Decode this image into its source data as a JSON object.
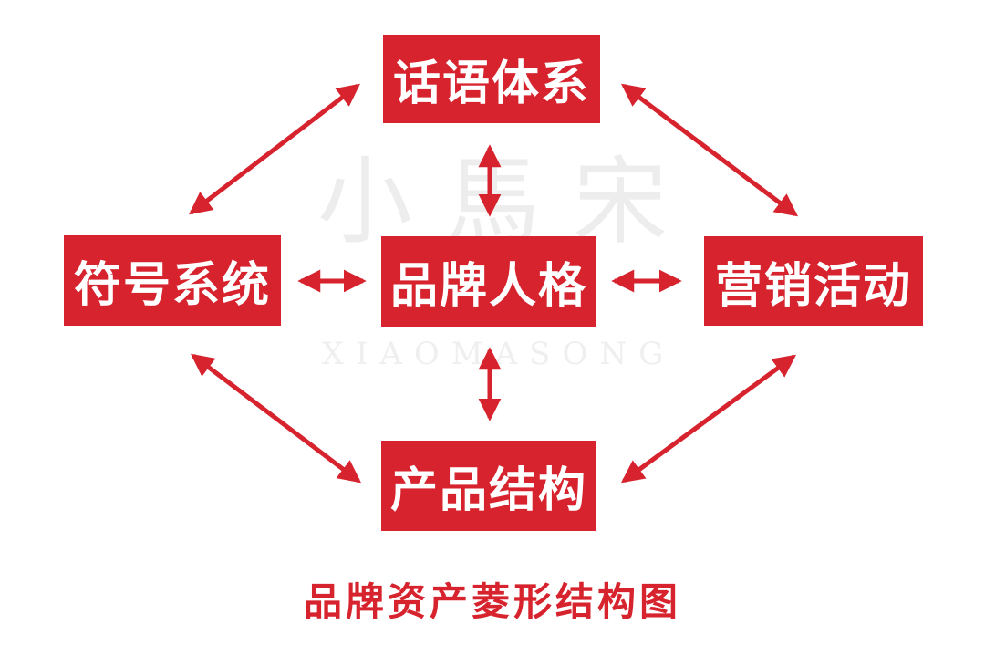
{
  "diagram": {
    "caption": "品牌资产菱形结构图",
    "watermark": {
      "cn": "小馬宋",
      "en": "XIAOMASONG"
    },
    "colors": {
      "node_red": "#d7232e",
      "arrow_red": "#d7232e",
      "caption_red": "#d7232e",
      "node_text": "#ffffff",
      "watermark_gray": "#ededed",
      "background": "#ffffff"
    },
    "nodes": [
      {
        "id": "discourse-system",
        "label": "话语体系",
        "position": "top"
      },
      {
        "id": "symbol-system",
        "label": "符号系统",
        "position": "left"
      },
      {
        "id": "brand-personality",
        "label": "品牌人格",
        "position": "center"
      },
      {
        "id": "marketing-activities",
        "label": "营销活动",
        "position": "right"
      },
      {
        "id": "product-structure",
        "label": "产品结构",
        "position": "bottom"
      }
    ],
    "edges": [
      {
        "from": "话语体系",
        "to": "符号系统",
        "bidirectional": true
      },
      {
        "from": "话语体系",
        "to": "品牌人格",
        "bidirectional": true
      },
      {
        "from": "话语体系",
        "to": "营销活动",
        "bidirectional": true
      },
      {
        "from": "符号系统",
        "to": "品牌人格",
        "bidirectional": true
      },
      {
        "from": "品牌人格",
        "to": "营销活动",
        "bidirectional": true
      },
      {
        "from": "符号系统",
        "to": "产品结构",
        "bidirectional": true
      },
      {
        "from": "品牌人格",
        "to": "产品结构",
        "bidirectional": true
      },
      {
        "from": "营销活动",
        "to": "产品结构",
        "bidirectional": true
      }
    ]
  }
}
